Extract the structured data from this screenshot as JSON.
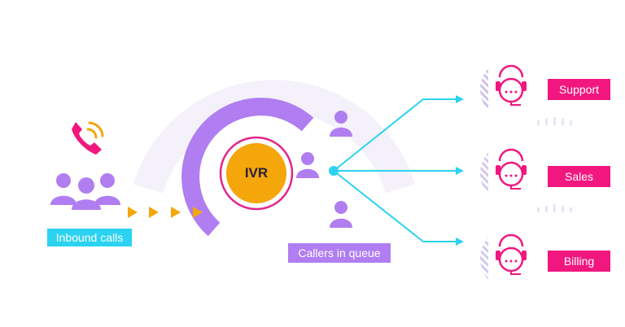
{
  "labels": {
    "inbound_calls": "Inbound calls",
    "ivr": "IVR",
    "callers_in_queue": "Callers in queue",
    "departments": [
      "Support",
      "Sales",
      "Billing"
    ]
  },
  "colors": {
    "purple": "#b07ef0",
    "light_lavender": "#f4f1fb",
    "pink": "#f2177f",
    "orange": "#f5a60a",
    "cyan": "#2bd3f0",
    "ivr_ring": "#e2268a",
    "hatch": "#cfc2ec",
    "dots": "#e9e4f4"
  },
  "icons": {
    "phone": "phone-ringing-icon",
    "callers": "caller-group-icon",
    "queue_person": "person-icon",
    "agent": "headset-agent-icon"
  }
}
